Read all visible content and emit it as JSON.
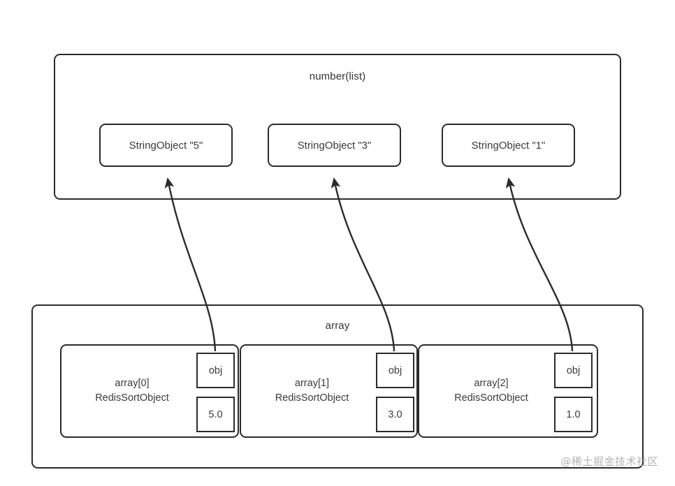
{
  "diagram": {
    "top_container": {
      "title": "number(list)",
      "nodes": [
        {
          "label": "StringObject \"5\""
        },
        {
          "label": "StringObject \"3\""
        },
        {
          "label": "StringObject \"1\""
        }
      ]
    },
    "bottom_container": {
      "title": "array",
      "cells": [
        {
          "index_label": "array[0]",
          "type_label": "RedisSortObject",
          "obj_label": "obj",
          "score_label": "5.0"
        },
        {
          "index_label": "array[1]",
          "type_label": "RedisSortObject",
          "obj_label": "obj",
          "score_label": "3.0"
        },
        {
          "index_label": "array[2]",
          "type_label": "RedisSortObject",
          "obj_label": "obj",
          "score_label": "1.0"
        }
      ]
    },
    "arrows": [
      {
        "name": "pointer-array0-to-stringobject5"
      },
      {
        "name": "pointer-array1-to-stringobject3"
      },
      {
        "name": "pointer-array2-to-stringobject1"
      }
    ],
    "watermark": "@稀土掘金技术社区",
    "colors": {
      "stroke": "#2b2b2b",
      "text": "#3a3a3a",
      "background": "#ffffff",
      "watermark": "#b3b3b3"
    }
  }
}
